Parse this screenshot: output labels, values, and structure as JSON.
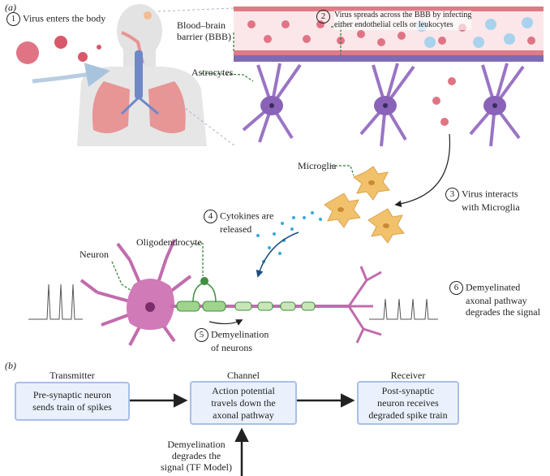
{
  "panel_a": {
    "label": "(a)",
    "step1": {
      "num": "1",
      "text": "Virus enters the body"
    },
    "bbb": {
      "line1": "Blood–brain",
      "line2": "barrier (BBB)"
    },
    "step2": {
      "num": "2",
      "line1": "Virus spreads across the BBB by infecting",
      "line2": "either endothelial cells or leukocytes"
    },
    "astrocytes": "Astrocytes",
    "microglia": "Microglia",
    "step3": {
      "num": "3",
      "line1": "Virus interacts",
      "line2": "with Microglia"
    },
    "step4": {
      "num": "4",
      "line1": "Cytokines are",
      "line2": "released"
    },
    "oligodendrocyte": "Oligodendrocyte",
    "neuron": "Neuron",
    "step5": {
      "num": "5",
      "line1": "Demyelination",
      "line2": "of neurons"
    },
    "step6": {
      "num": "6",
      "line1": "Demyelinated",
      "line2": "axonal pathway",
      "line3": "degrades the signal"
    }
  },
  "panel_b": {
    "label": "(b)",
    "transmitter": {
      "header": "Transmitter",
      "line1": "Pre-synaptic neuron",
      "line2": "sends train of spikes"
    },
    "channel": {
      "header": "Channel",
      "line1": "Action potential",
      "line2": "travels down the",
      "line3": "axonal pathway"
    },
    "receiver": {
      "header": "Receiver",
      "line1": "Post-synaptic",
      "line2": "neuron receives",
      "line3": "degraded spike train"
    },
    "demyelination": {
      "line1": "Demyelination",
      "line2": "degrades the",
      "line3": "signal (TF Model)"
    }
  }
}
